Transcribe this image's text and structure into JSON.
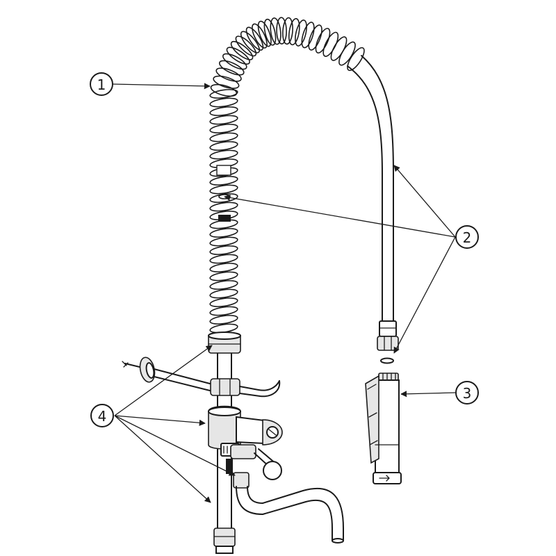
{
  "callouts": [
    {
      "id": "1",
      "label": "1"
    },
    {
      "id": "2",
      "label": "2"
    },
    {
      "id": "3",
      "label": "3"
    },
    {
      "id": "4",
      "label": "4"
    }
  ],
  "colors": {
    "stroke": "#1a1a1a",
    "shade": "#e6e6e6",
    "background": "#ffffff"
  }
}
